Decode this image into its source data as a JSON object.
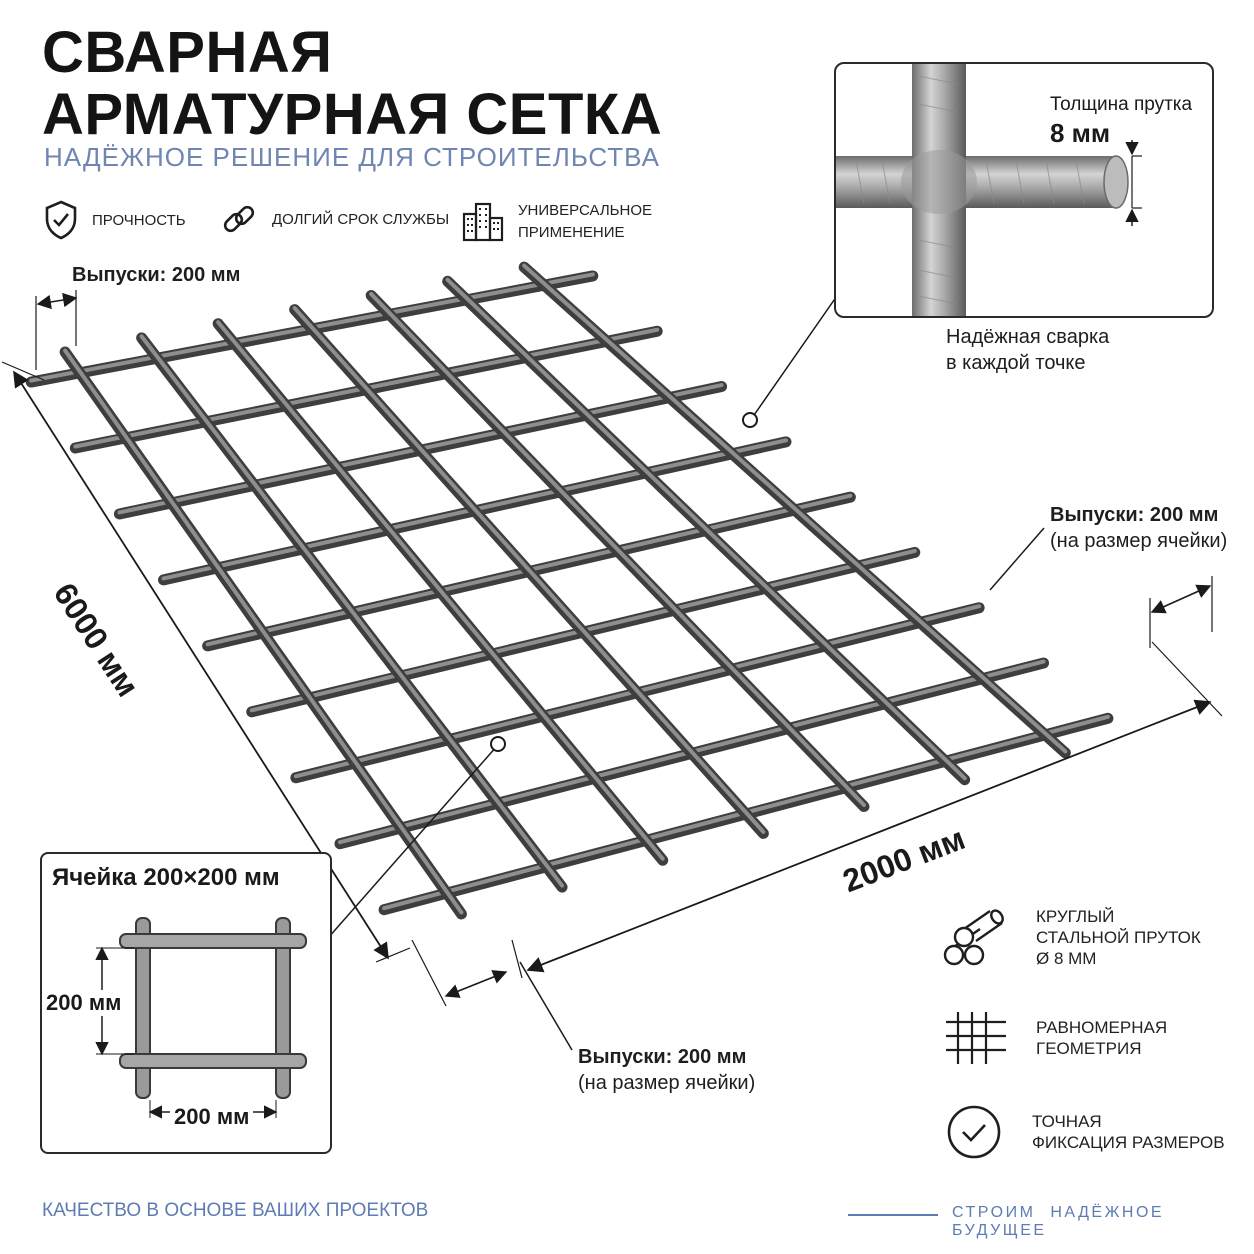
{
  "header": {
    "title_line1": "СВАРНАЯ",
    "title_line2": "АРМАТУРНАЯ СЕТКА",
    "subtitle": "НАДЁЖНОЕ РЕШЕНИЕ ДЛЯ СТРОИТЕЛЬСТВА"
  },
  "features": [
    {
      "icon": "shield-check-icon",
      "label": "ПРОЧНОСТЬ"
    },
    {
      "icon": "chain-link-icon",
      "label": "ДОЛГИЙ СРОК СЛУЖБЫ"
    },
    {
      "icon": "buildings-icon",
      "label_line1": "УНИВЕРСАЛЬНОЕ",
      "label_line2": "ПРИМЕНЕНИЕ"
    }
  ],
  "dimensions": {
    "overhang_top": "Выпуски: 200 мм",
    "length": "6000 мм",
    "width": "2000 мм",
    "overhang_right_bold": "Выпуски: 200 мм",
    "overhang_right_note": "(на размер ячейки)",
    "overhang_bottom_bold": "Выпуски: 200 мм",
    "overhang_bottom_note": "(на размер ячейки)"
  },
  "weld_detail": {
    "thickness_label": "Толщина прутка",
    "thickness_value": "8 мм",
    "caption_line1": "Надёжная сварка",
    "caption_line2": "в каждой точке"
  },
  "cell_detail": {
    "title": "Ячейка 200×200 мм",
    "height_label": "200 мм",
    "width_label": "200 мм"
  },
  "specs": [
    {
      "icon": "round-bars-icon",
      "line1": "КРУГЛЫЙ",
      "line2": "СТАЛЬНОЙ ПРУТОК",
      "line3": "Ø 8 ММ"
    },
    {
      "icon": "grid-icon",
      "line1": "РАВНОМЕРНАЯ",
      "line2": "ГЕОМЕТРИЯ"
    },
    {
      "icon": "check-circle-icon",
      "line1": "ТОЧНАЯ",
      "line2": "ФИКСАЦИЯ РАЗМЕРОВ"
    }
  ],
  "footer": {
    "left": "КАЧЕСТВО В ОСНОВЕ ВАШИХ ПРОЕКТОВ",
    "right": "СТРОИМ НАДЁЖНОЕ БУДУЩЕЕ"
  },
  "colors": {
    "accent_blue": "#6f86b3",
    "steel": "#5a5a5a",
    "text": "#1a1a1a"
  }
}
